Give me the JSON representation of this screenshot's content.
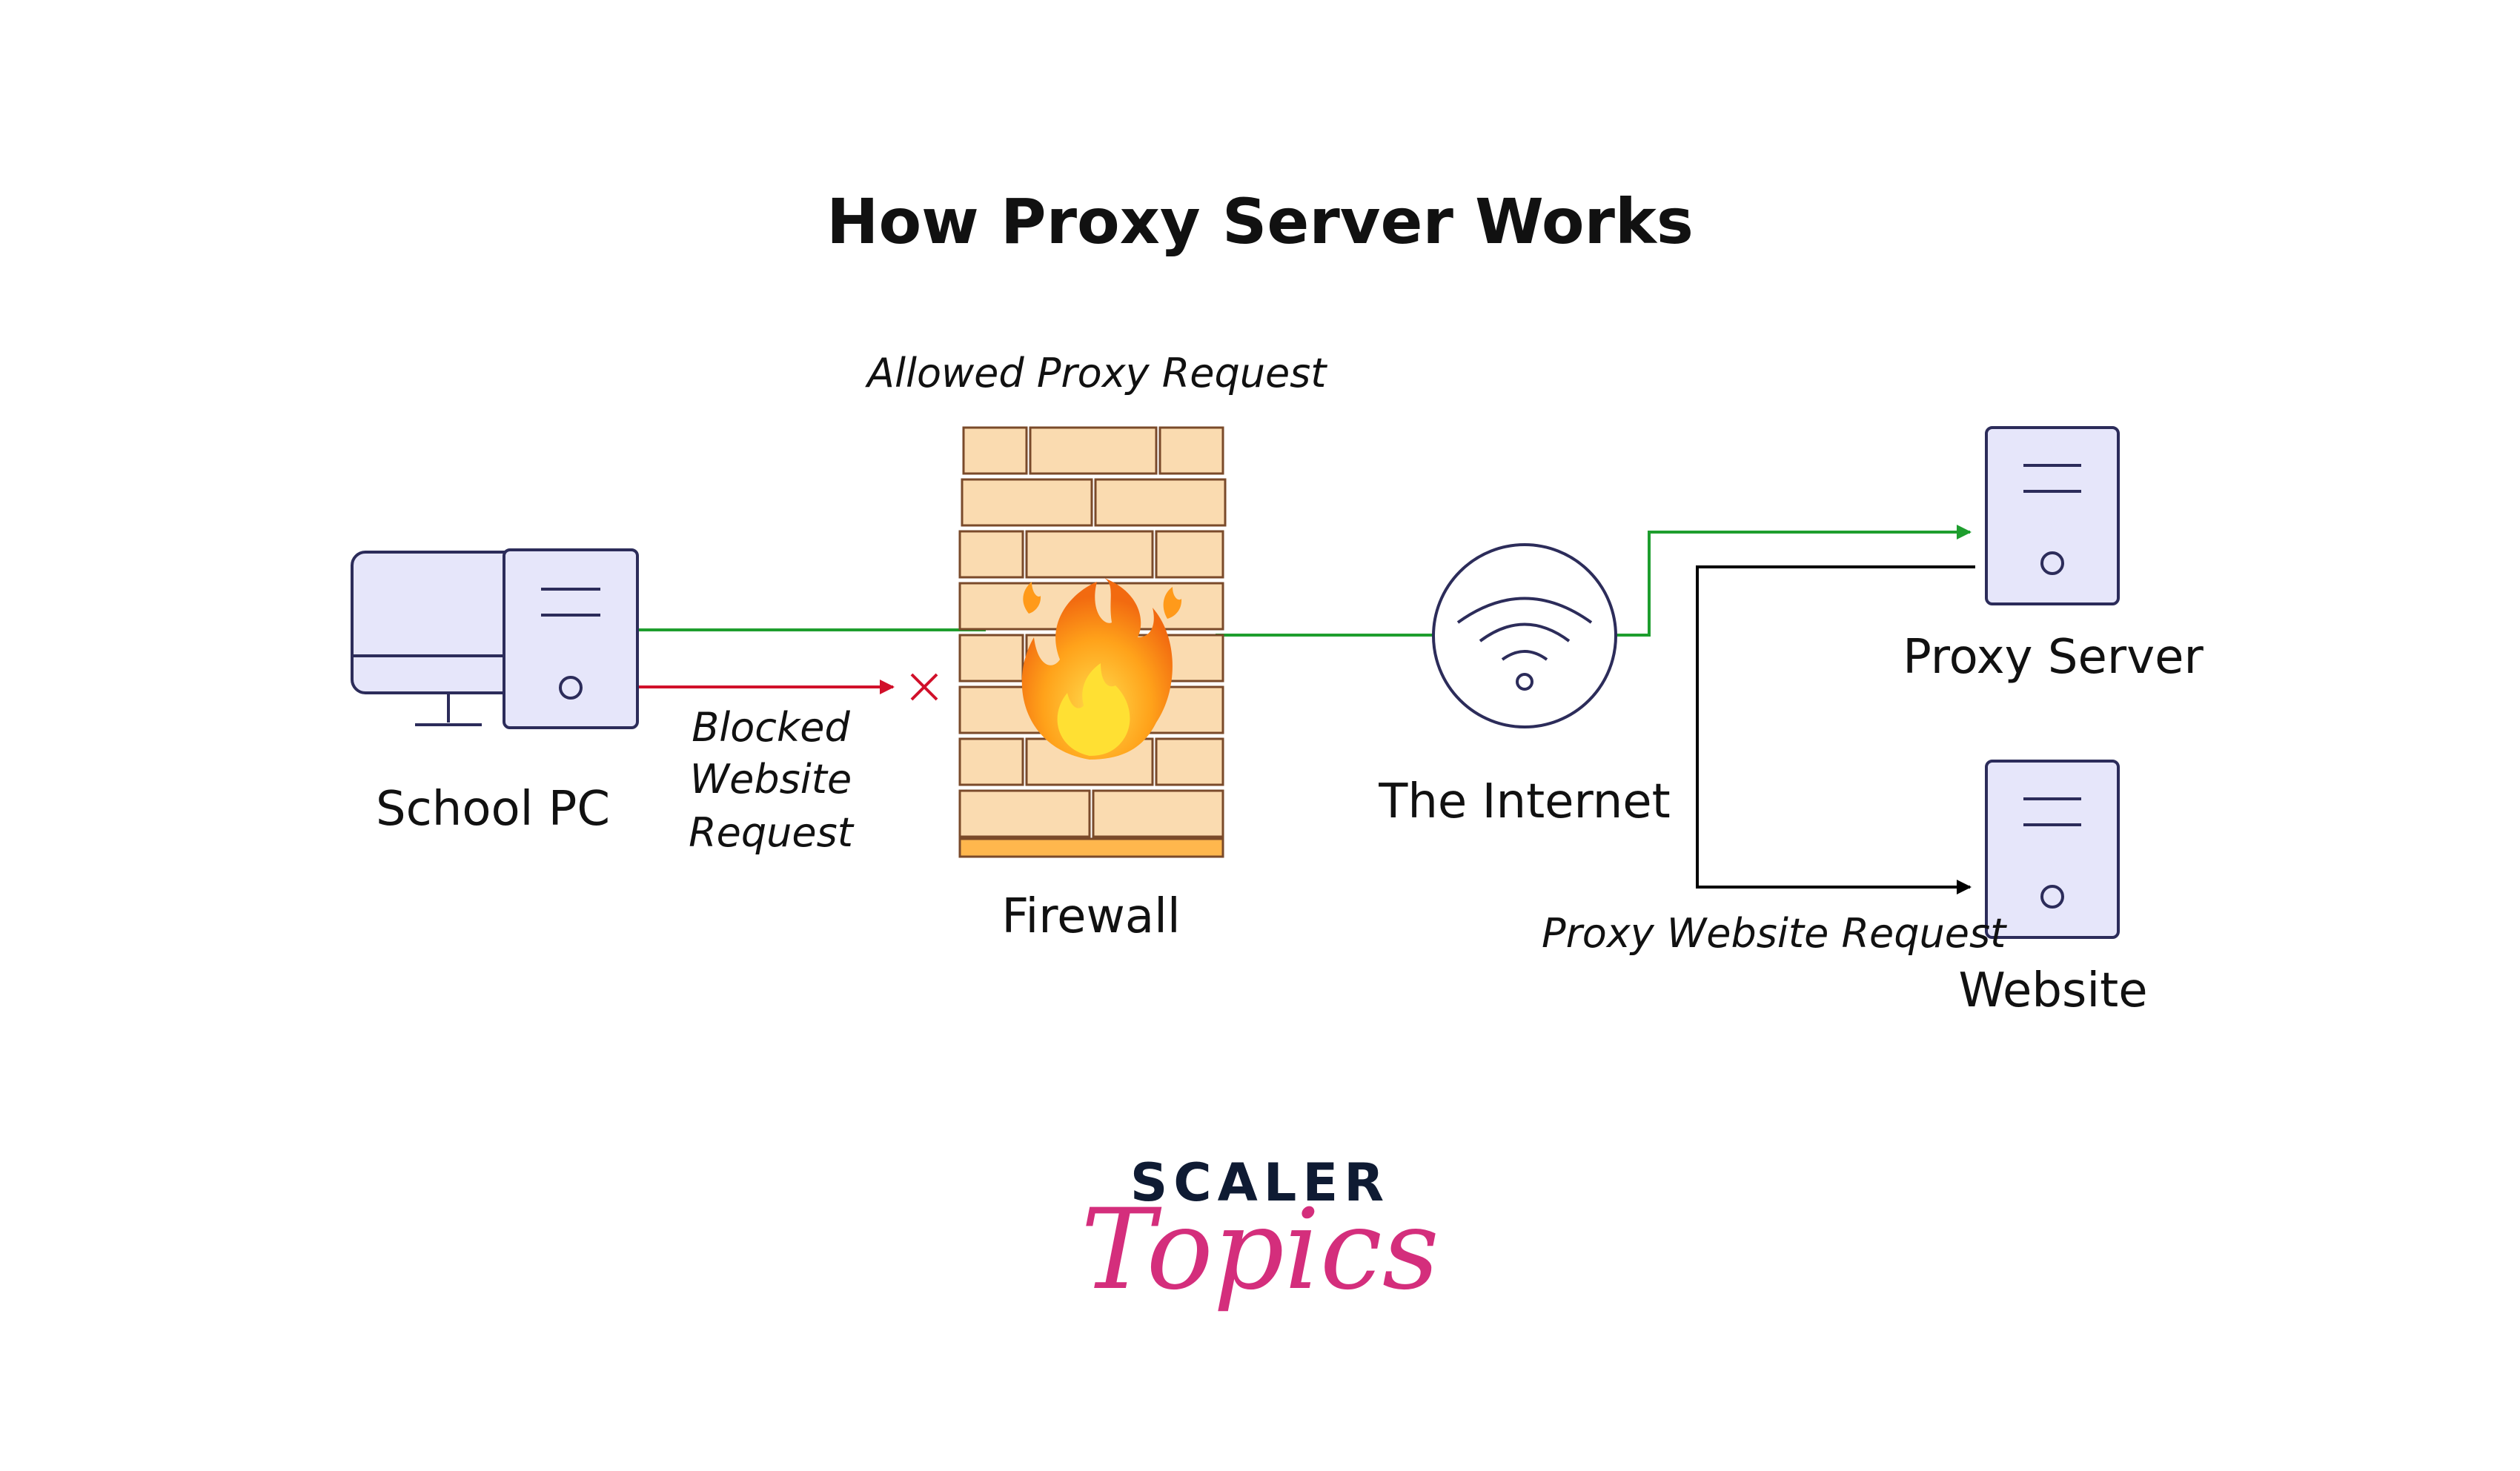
{
  "title": "How Proxy Server Works",
  "nodes": {
    "school_pc": "School PC",
    "firewall": "Firewall",
    "internet": "The Internet",
    "proxy_server": "Proxy Server",
    "website": "Website"
  },
  "edges": {
    "allowed": "Allowed Proxy Request",
    "blocked_line1": "Blocked",
    "blocked_line2": "Website",
    "blocked_line3": "Request",
    "proxy_website": "Proxy Website Request"
  },
  "logo": {
    "brand": "SCALER",
    "sub": "Topics"
  },
  "colors": {
    "device_fill": "#e6e6fa",
    "device_stroke": "#2c2c5a",
    "brick_fill": "#fadbb0",
    "brick_stroke": "#7a4a2a",
    "brick_base": "#ffb74d",
    "allowed": "#1e9e2e",
    "blocked": "#d1102a",
    "proxy": "#000000",
    "logo_dark": "#0f1b33",
    "logo_pink": "#d42e7c"
  }
}
